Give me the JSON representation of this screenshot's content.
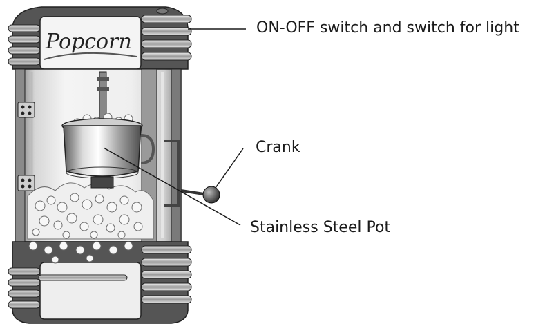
{
  "machine": {
    "logo_text": "Popcorn"
  },
  "callouts": {
    "switch": "ON-OFF switch and switch for light",
    "crank": "Crank",
    "pot": "Stainless Steel Pot"
  },
  "colors": {
    "chrome_dark": "#3a3a3a",
    "chrome_light": "#d9d9d9",
    "body_mid": "#8c8c8c",
    "leader_line": "#1a1a1a"
  }
}
